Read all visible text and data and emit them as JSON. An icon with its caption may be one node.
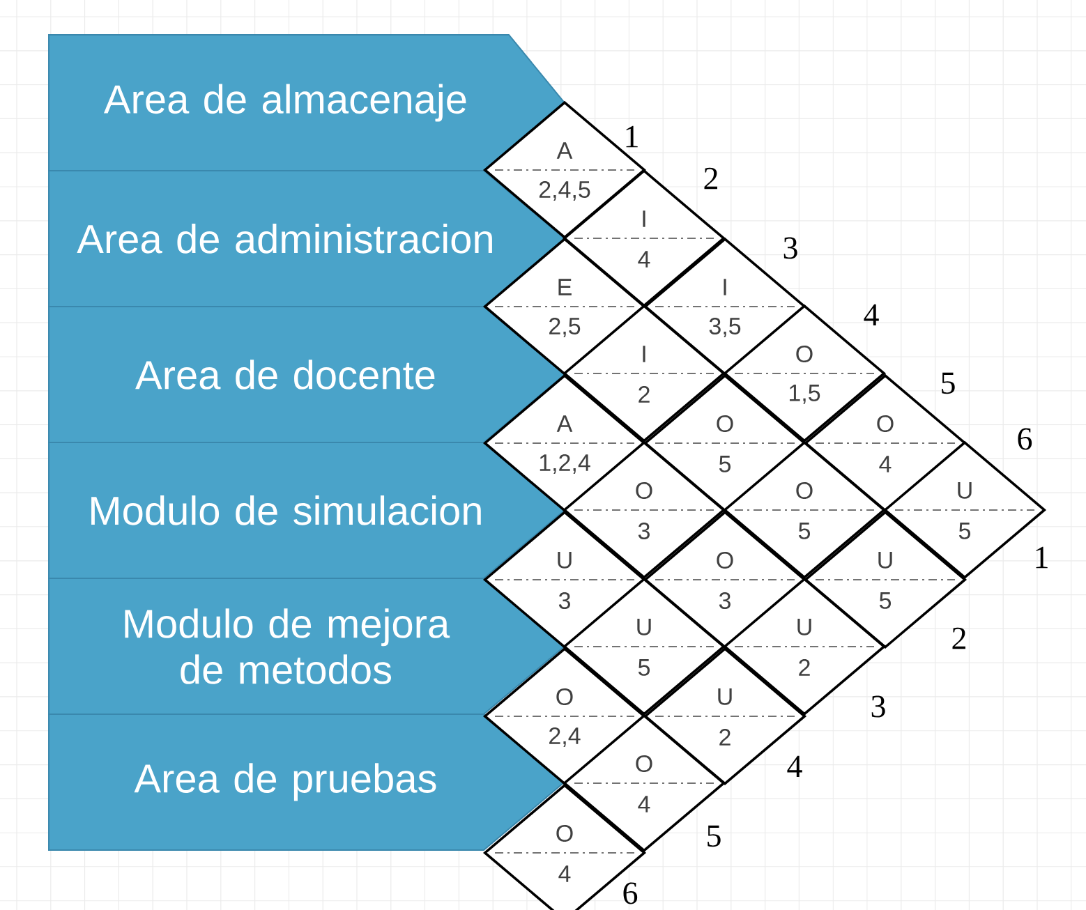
{
  "diagram": {
    "nodes": [
      {
        "text": [
          "Area de almacenaje"
        ]
      },
      {
        "text": [
          "Area de administracion"
        ]
      },
      {
        "text": [
          "Area de docente"
        ]
      },
      {
        "text": [
          "Modulo de simulacion"
        ]
      },
      {
        "text": [
          "Modulo de mejora de metodos"
        ]
      },
      {
        "text": [
          "Area de pruebas"
        ]
      },
      {
        "text": [
          "A",
          "2,4,5"
        ]
      },
      {
        "text": [
          "I",
          "4"
        ]
      },
      {
        "text": [
          "E",
          "2,5"
        ]
      },
      {
        "text": [
          "I",
          "3,5"
        ]
      },
      {
        "text": [
          "I",
          "2"
        ]
      },
      {
        "text": [
          "O",
          "1,5"
        ]
      },
      {
        "text": [
          "A",
          "1,2,4"
        ]
      },
      {
        "text": [
          "O",
          "5"
        ]
      },
      {
        "text": [
          "O",
          "4"
        ]
      },
      {
        "text": [
          "O",
          "3"
        ]
      },
      {
        "text": [
          "O",
          "5"
        ]
      },
      {
        "text": [
          "U",
          "5"
        ]
      },
      {
        "text": [
          "U",
          "3"
        ]
      },
      {
        "text": [
          "O",
          "3"
        ]
      },
      {
        "text": [
          "U",
          "5"
        ]
      },
      {
        "text": [
          "U",
          "5"
        ]
      },
      {
        "text": [
          "U",
          "2"
        ]
      },
      {
        "text": [
          "O",
          "2,4"
        ]
      },
      {
        "text": [
          "U",
          "2"
        ]
      },
      {
        "text": [
          "O",
          "4"
        ]
      },
      {
        "text": [
          "O",
          "4"
        ]
      }
    ],
    "labels": [
      "1",
      "2",
      "3",
      "4",
      "5",
      "6",
      "1",
      "2",
      "3",
      "4",
      "5",
      "6"
    ]
  }
}
